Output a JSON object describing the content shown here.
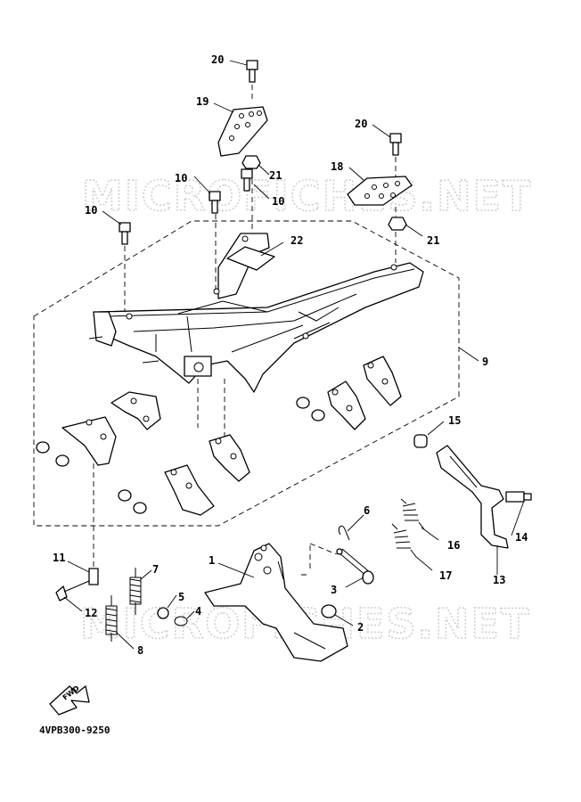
{
  "watermark": {
    "top": "MICROFICHES.NET",
    "bottom": "MICROFICHES.NET"
  },
  "diagram_code": "4VPB300-9250",
  "fwd_label": "FWD",
  "callouts": {
    "c1": "1",
    "c2": "2",
    "c3": "3",
    "c4": "4",
    "c5": "5",
    "c6": "6",
    "c7": "7",
    "c8": "8",
    "c9": "9",
    "c10a": "10",
    "c10b": "10",
    "c10c": "10",
    "c11": "11",
    "c12": "12",
    "c13": "13",
    "c14": "14",
    "c15": "15",
    "c16": "16",
    "c17": "17",
    "c18": "18",
    "c19": "19",
    "c20a": "20",
    "c20b": "20",
    "c21a": "21",
    "c21b": "21",
    "c22": "22"
  }
}
